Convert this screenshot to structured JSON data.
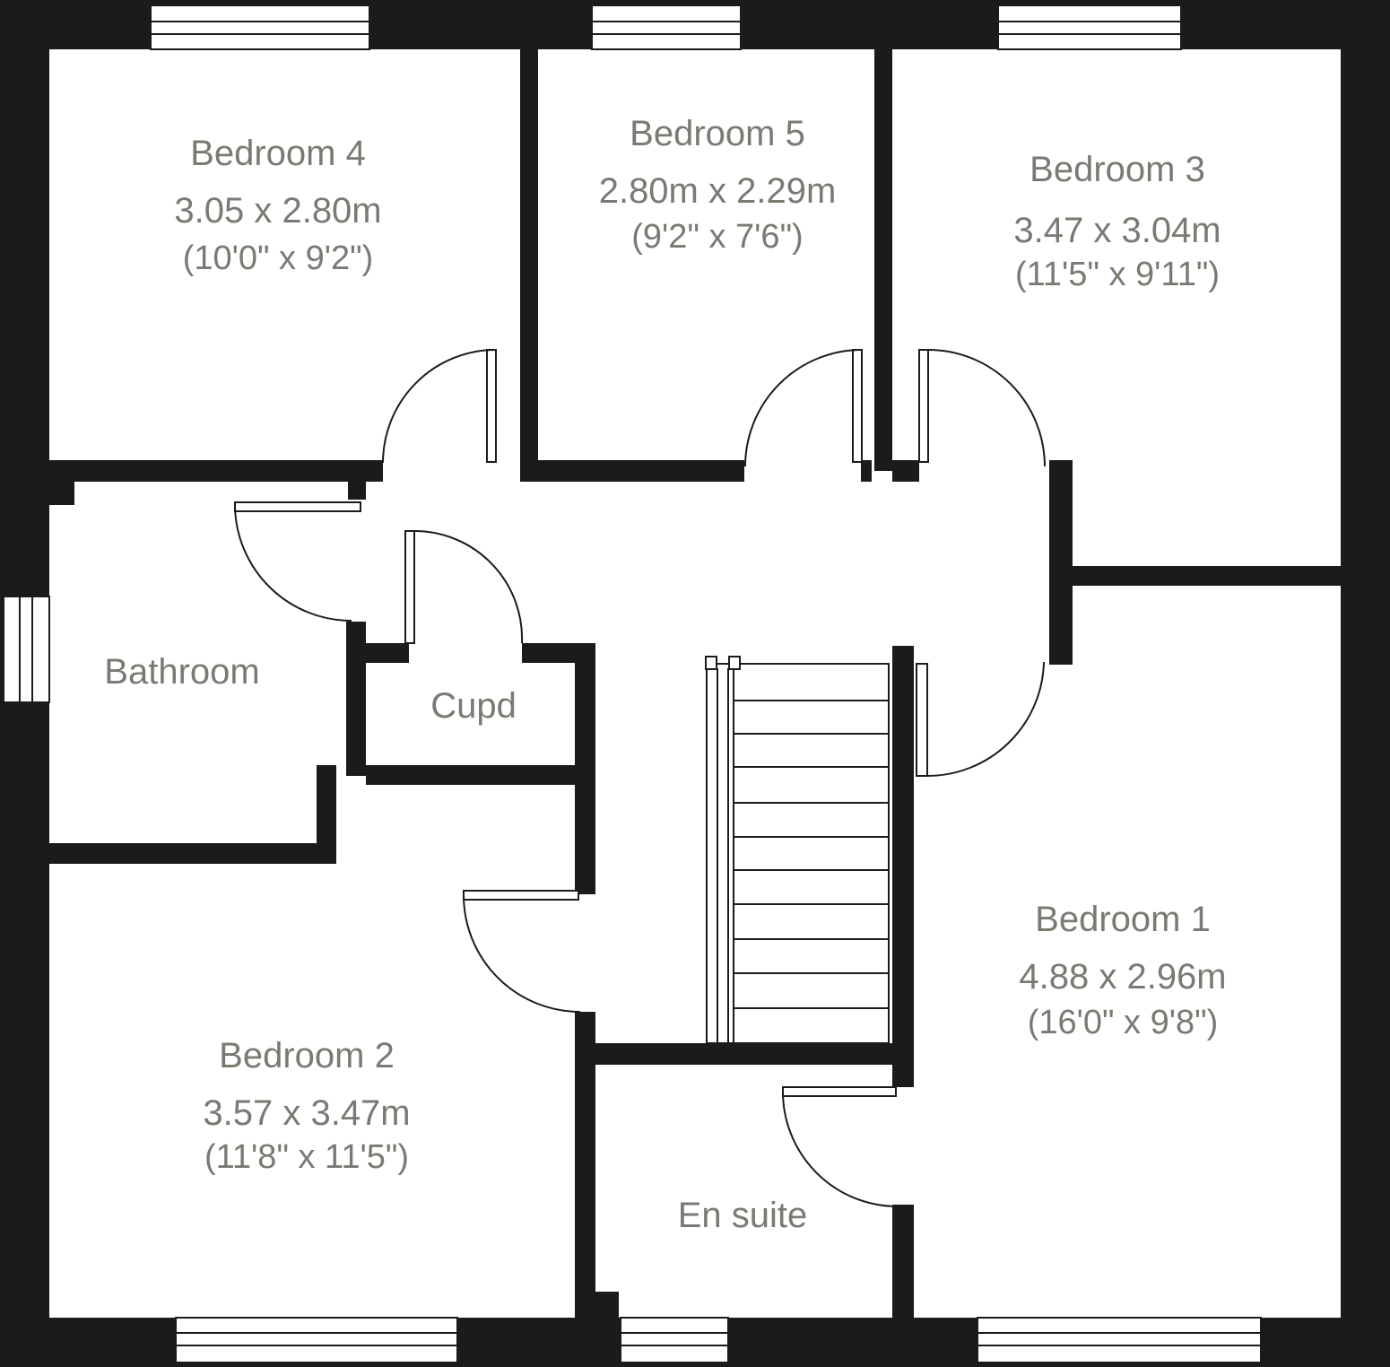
{
  "colors": {
    "wall": "#1b1b1b",
    "floor": "#ffffff",
    "label": "#7a7a72",
    "line": "#1b1b1b"
  },
  "rooms": {
    "bedroom4": {
      "name": "Bedroom 4",
      "metric": "3.05 x 2.80m",
      "imperial": "(10'0\" x 9'2\")"
    },
    "bedroom5": {
      "name": "Bedroom 5",
      "metric": "2.80m x 2.29m",
      "imperial": "(9'2\" x 7'6\")"
    },
    "bedroom3": {
      "name": "Bedroom 3",
      "metric": "3.47 x 3.04m",
      "imperial": "(11'5\" x 9'11\")"
    },
    "bathroom": {
      "name": "Bathroom"
    },
    "cupd": {
      "name": "Cupd"
    },
    "bedroom1": {
      "name": "Bedroom 1",
      "metric": "4.88 x 2.96m",
      "imperial": "(16'0\" x 9'8\")"
    },
    "bedroom2": {
      "name": "Bedroom 2",
      "metric": "3.57 x 3.47m",
      "imperial": "(11'8\" x 11'5\")"
    },
    "ensuite": {
      "name": "En suite"
    }
  }
}
